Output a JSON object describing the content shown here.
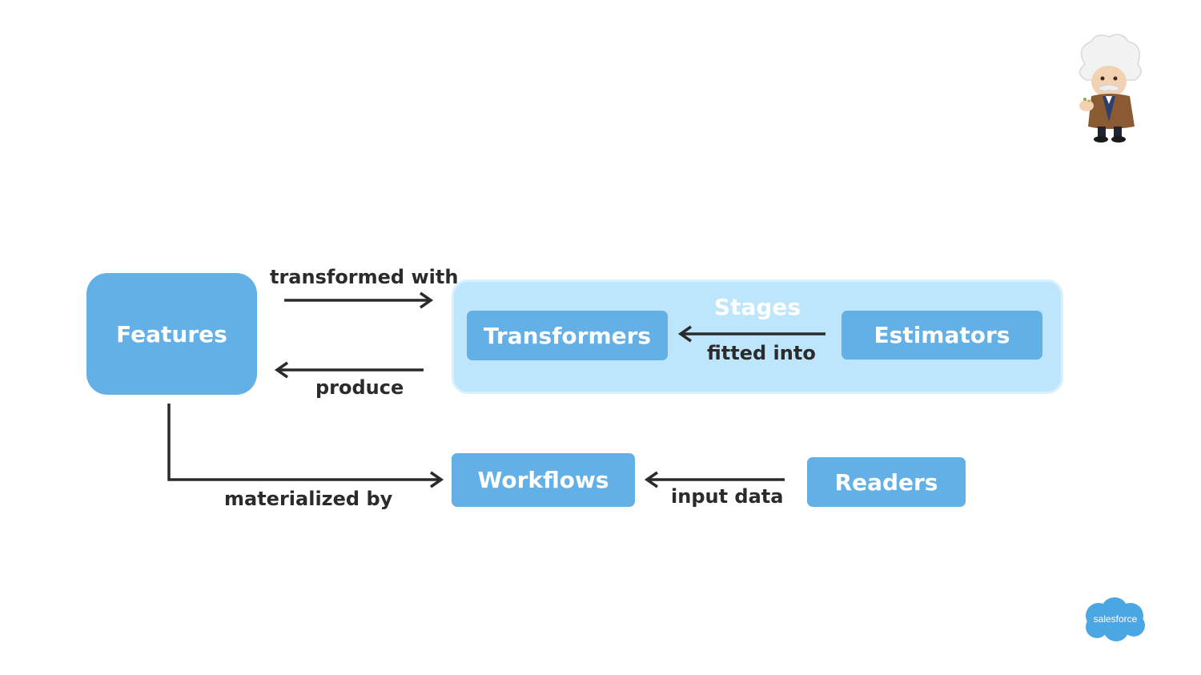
{
  "diagram": {
    "nodes": {
      "features": "Features",
      "stages": "Stages",
      "transformers": "Transformers",
      "estimators": "Estimators",
      "workflows": "Workflows",
      "readers": "Readers"
    },
    "edges": {
      "transformed_with": "transformed with",
      "produce": "produce",
      "fitted_into": "fitted into",
      "materialized_by": "materialized by",
      "input_data": "input data"
    }
  },
  "branding": {
    "logo_text": "salesforce",
    "mascot": "einstein-mascot-icon",
    "logo_icon": "salesforce-cloud-logo-icon"
  },
  "colors": {
    "node_fill": "#62b0e6",
    "stages_fill": "#bde5fb",
    "stages_border": "#d9f0fd",
    "arrow": "#2b2b2b",
    "logo_cloud": "#4ba7e4"
  }
}
